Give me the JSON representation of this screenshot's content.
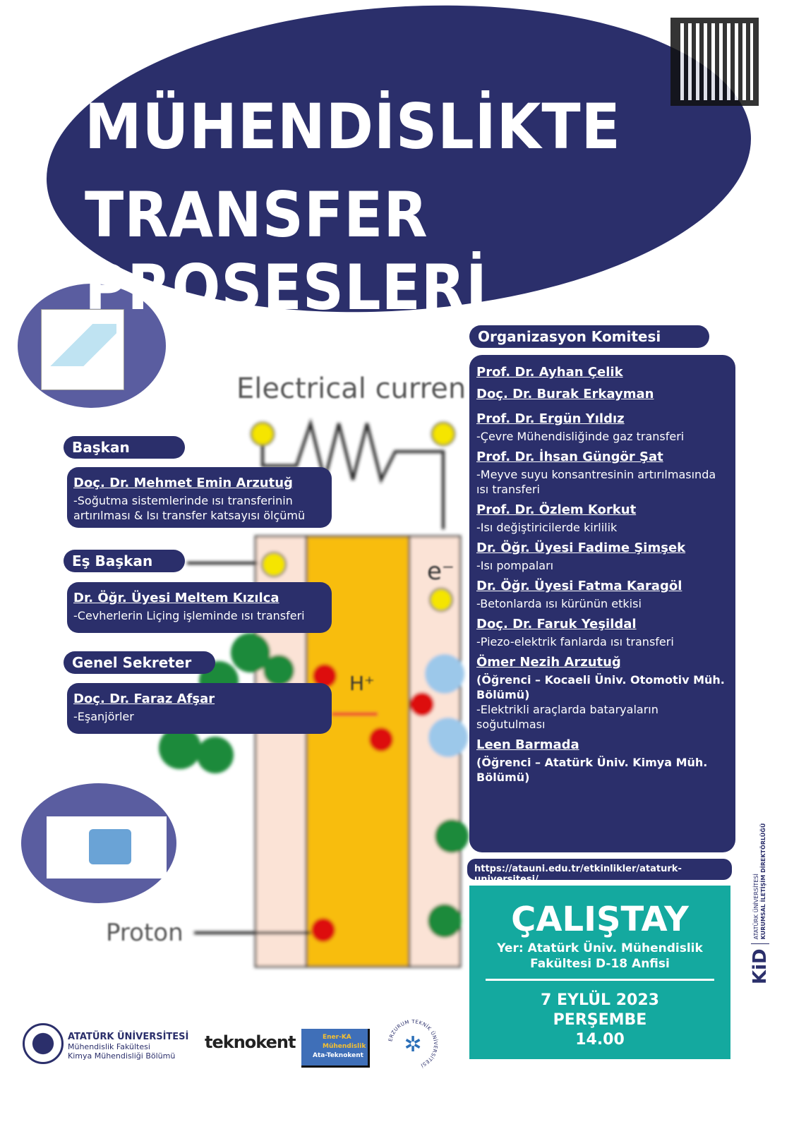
{
  "title": {
    "line1": "MÜHENDİSLİKTE",
    "line2": "TRANSFER PROSESLERİ"
  },
  "background_diagram": {
    "electrical_current": "Electrical curren",
    "h_plus": "H⁺",
    "e_minus": "e⁻",
    "proton": "Proton"
  },
  "left": {
    "baskan": {
      "label": "Başkan",
      "name": "Doç. Dr. Mehmet Emin Arzutuğ",
      "topic": "-Soğutma sistemlerinde ısı transferinin artırılması & Isı transfer katsayısı ölçümü"
    },
    "es_baskan": {
      "label": "Eş Başkan",
      "name": "Dr. Öğr. Üyesi Meltem Kızılca",
      "topic": "-Cevherlerin Liçing işleminde ısı transferi"
    },
    "genel_sekreter": {
      "label": "Genel Sekreter",
      "name": "Doç. Dr. Faraz Afşar",
      "topic": "-Eşanjörler"
    }
  },
  "committee": {
    "label": "Organizasyon Komitesi",
    "members": [
      {
        "name": "Prof. Dr. Ayhan Çelik",
        "topic": ""
      },
      {
        "name": "Doç. Dr. Burak Erkayman",
        "topic": ""
      },
      {
        "name": "Prof. Dr. Ergün Yıldız",
        "topic": "-Çevre Mühendisliğinde gaz transferi"
      },
      {
        "name": "Prof. Dr. İhsan Güngör Şat",
        "topic": "-Meyve suyu konsantresinin artırılmasında ısı transferi"
      },
      {
        "name": "Prof. Dr. Özlem Korkut",
        "topic": "-Isı değiştiricilerde kirlilik"
      },
      {
        "name": "Dr. Öğr. Üyesi Fadime Şimşek",
        "topic": "-Isı pompaları"
      },
      {
        "name": "Dr. Öğr. Üyesi Fatma Karagöl",
        "topic": "-Betonlarda ısı kürünün etkisi"
      },
      {
        "name": "Doç. Dr. Faruk Yeşildal",
        "topic": "-Piezo-elektrik fanlarda ısı transferi"
      },
      {
        "name": "Ömer Nezih Arzutuğ",
        "topic": "(Öğrenci – Kocaeli Üniv. Otomotiv Müh. Bölümü)",
        "topic2": "-Elektrikli araçlarda bataryaların soğutulması"
      },
      {
        "name": "Leen Barmada",
        "topic": "(Öğrenci – Atatürk Üniv. Kimya Müh. Bölümü)"
      }
    ]
  },
  "url": "https://atauni.edu.tr/etkinlikler/ataturk-universitesi/",
  "event": {
    "type": "ÇALIŞTAY",
    "place": "Yer: Atatürk Üniv. Mühendislik Fakültesi D-18 Anfisi",
    "date": "7 EYLÜL 2023",
    "day": "PERŞEMBE",
    "time": "14.00"
  },
  "logos": {
    "univ": "ATATÜRK ÜNİVERSİTESİ",
    "faculty": "Mühendislik Fakültesi",
    "dept": "Kimya Mühendisliği Bölümü",
    "teknokent": "teknokent",
    "enerka1": "Ener-KA",
    "enerka2": "Mühendislik",
    "enerka3": "Ata-Teknokent",
    "etu": "ERZURUM TEKNİK ÜNİVERSİTESİ"
  },
  "kid": {
    "logo": "KiD",
    "line1": "ATATÜRK ÜNİVERSİTESİ",
    "line2": "KURUMSAL İLETİŞİM DİREKTÖRLÜĞÜ"
  },
  "colors": {
    "navy": "#2b2f6b",
    "teal": "#14a99f"
  }
}
